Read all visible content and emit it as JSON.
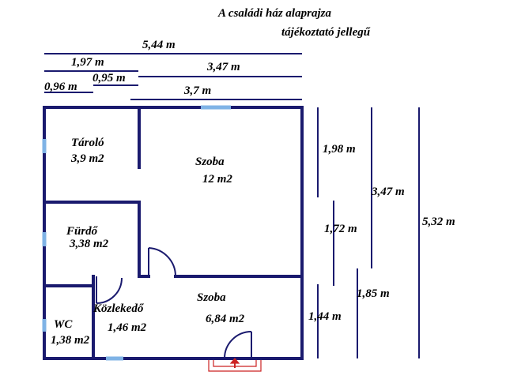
{
  "title": {
    "line1": "A családi ház alaprajza",
    "line2": "tájékoztató jellegű"
  },
  "dimensions": {
    "total_width": "5,44 m",
    "w_197": "1,97 m",
    "w_347": "3,47 m",
    "w_096": "0,96 m",
    "w_095": "0,95 m",
    "w_37": "3,7 m",
    "h_198": "1,98 m",
    "h_347": "3,47 m",
    "h_532": "5,32 m",
    "h_172": "1,72 m",
    "h_185": "1,85 m",
    "h_144": "1,44 m"
  },
  "rooms": {
    "tarolo": {
      "name": "Tároló",
      "area": "3,9 m2"
    },
    "szoba1": {
      "name": "Szoba",
      "area": "12 m2"
    },
    "furdo": {
      "name": "Fürdő",
      "area": "3,38 m2"
    },
    "kozlekedo": {
      "name": "Közlekedő",
      "area": "1,46 m2"
    },
    "szoba2": {
      "name": "Szoba",
      "area": "6,84 m2"
    },
    "wc": {
      "name": "WC",
      "area": "1,38 m2"
    }
  },
  "colors": {
    "wall": "#1a1a6e",
    "window": "#7fb3e6",
    "entrance": "#cc2222"
  }
}
